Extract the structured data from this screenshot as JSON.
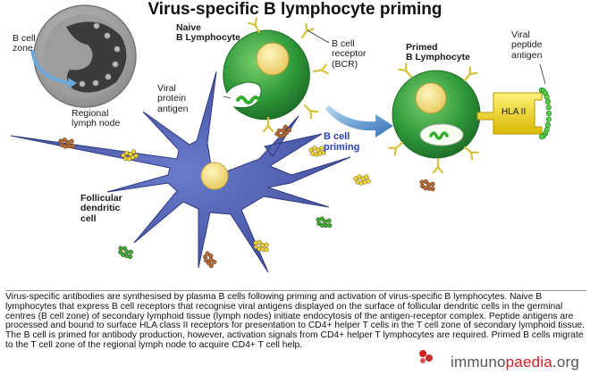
{
  "title": "Virus-specific B lymphocyte priming",
  "labels": {
    "b_cell_zone_line1": "B cell",
    "b_cell_zone_line2": "zone",
    "regional_line1": "Regional",
    "regional_line2": "lymph node",
    "naive_line1": "Naive",
    "naive_line2": "B Lymphocyte",
    "bcr_line1": "B cell",
    "bcr_line2": "receptor",
    "bcr_line3": "(BCR)",
    "viral_protein_line1": "Viral",
    "viral_protein_line2": "protein",
    "viral_protein_line3": "antigen",
    "primed_line1": "Primed",
    "primed_line2": "B Lymphocyte",
    "viral_peptide_line1": "Viral",
    "viral_peptide_line2": "peptide",
    "viral_peptide_line3": "antigen",
    "hla": "HLA II",
    "priming_line1": "B cell",
    "priming_line2": "priming",
    "fdc_line1": "Follicular",
    "fdc_line2": "dendritic",
    "fdc_line3": "cell"
  },
  "caption": "Virus-specific antibodies are synthesised by plasma B cells following priming and activation of virus-specific B lymphocytes. Naive B lymphocytes that express B cell receptors that recognise viral antigens displayed on the surface of follicular dendritic cells in the germinal centres (B cell zone) of secondary lymphoid tissue (lymph nodes) initiate endocytosis of the antigen-receptor complex. Peptide antigens are processed and bound to surface HLA class II receptors for presentation to CD4+ helper T cells in the T cell zone of secondary lymphoid tissue. The B cell is primed for antibody production, however, activation signals from CD4+ helper T lymphocytes are required. Primed B cells migrate to the T cell zone of the regional lymph node to acquire CD4+ T cell help.",
  "brand": {
    "prefix": "immuno",
    "highlight": "paedia",
    "suffix": ".org"
  },
  "colors": {
    "cell_green": "#2f9a3a",
    "nucleus_yellow": "#f3e48a",
    "dendritic_blue": "#4a5aa8",
    "receptor_yellow": "#d8c23a",
    "arrow_blue": "#3d7fc4",
    "priming_text": "#2a3fb0",
    "antigen_green": "#3aa83a",
    "antigen_brown": "#b06a3a"
  }
}
